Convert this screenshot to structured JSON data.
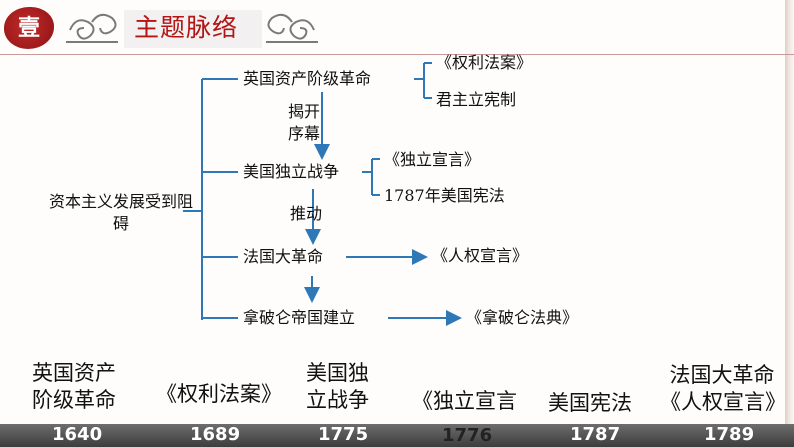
{
  "header": {
    "seal": "壹",
    "title": "主题脉络"
  },
  "diagram": {
    "root": "资本主义发展受到阻碍",
    "nodes": {
      "england": "英国资产阶级革命",
      "usa": "美国独立战争",
      "france": "法国大革命",
      "napoleon": "拿破仑帝国建立"
    },
    "england_outputs": [
      "《权利法案》",
      "君主立宪制"
    ],
    "usa_outputs": [
      "《独立宣言》",
      "1787年美国宪法"
    ],
    "france_output": "《人权宣言》",
    "napoleon_output": "《拿破仑法典》",
    "links": {
      "england_to_usa": "揭开序幕",
      "usa_to_france": "推动"
    }
  },
  "timeline": {
    "events": [
      {
        "label": "英国资产阶级革命",
        "year": "1640"
      },
      {
        "label": "《权利法案》",
        "year": "1689"
      },
      {
        "label": "美国独立战争",
        "year": "1775"
      },
      {
        "label": "《独立宣言",
        "year": "1776"
      },
      {
        "label": "美国宪法",
        "year": "1787"
      },
      {
        "label": "法国大革命《人权宣言》",
        "year": "1789"
      }
    ]
  },
  "colors": {
    "connector": "#2f78b7",
    "title": "#b31515",
    "seal": "#a21c1c",
    "timeline": "#505050"
  }
}
